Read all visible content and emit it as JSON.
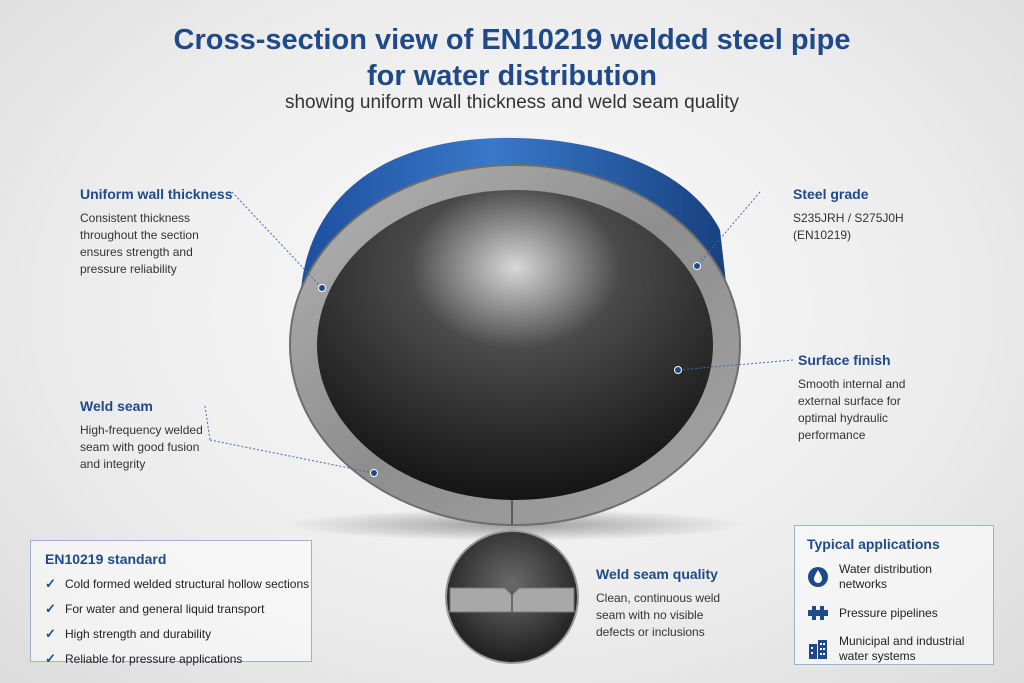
{
  "title_line1": "Cross-section view of EN10219 welded steel pipe",
  "title_line2": "for water distribution",
  "subtitle": "showing uniform wall thickness and weld seam quality",
  "labels": {
    "wall": {
      "heading": "Uniform wall thickness",
      "lines": [
        "Consistent thickness",
        "throughout the section",
        "ensures strength and",
        "pressure reliability"
      ]
    },
    "grade": {
      "heading": "Steel grade",
      "lines": [
        "S235JRH / S275J0H",
        "(EN10219)"
      ]
    },
    "finish": {
      "heading": "Surface finish",
      "lines": [
        "Smooth internal and",
        "external surface for",
        "optimal hydraulic",
        "performance"
      ]
    },
    "weld": {
      "heading": "Weld seam",
      "lines": [
        "High-frequency welded",
        "seam with good fusion",
        "and integrity"
      ]
    },
    "weld_quality": {
      "heading": "Weld seam quality",
      "lines": [
        "Clean, continuous weld",
        "seam with no visible",
        "defects or inclusions"
      ]
    }
  },
  "standard_panel": {
    "heading": "EN10219 standard",
    "items": [
      "Cold formed welded structural hollow sections",
      "For water and general liquid transport",
      "High strength and durability",
      "Reliable for pressure applications"
    ]
  },
  "applications_panel": {
    "heading": "Typical applications",
    "items": [
      {
        "icon": "water-drop-icon",
        "lines": [
          "Water distribution",
          "networks"
        ]
      },
      {
        "icon": "pipeline-icon",
        "lines": [
          "Pressure pipelines"
        ]
      },
      {
        "icon": "building-icon",
        "lines": [
          "Municipal and industrial",
          "water systems"
        ]
      }
    ]
  },
  "colors": {
    "accent": "#1f4a8a",
    "pipe_blue": "#2d63b8",
    "steel": "#9a9a9a"
  }
}
